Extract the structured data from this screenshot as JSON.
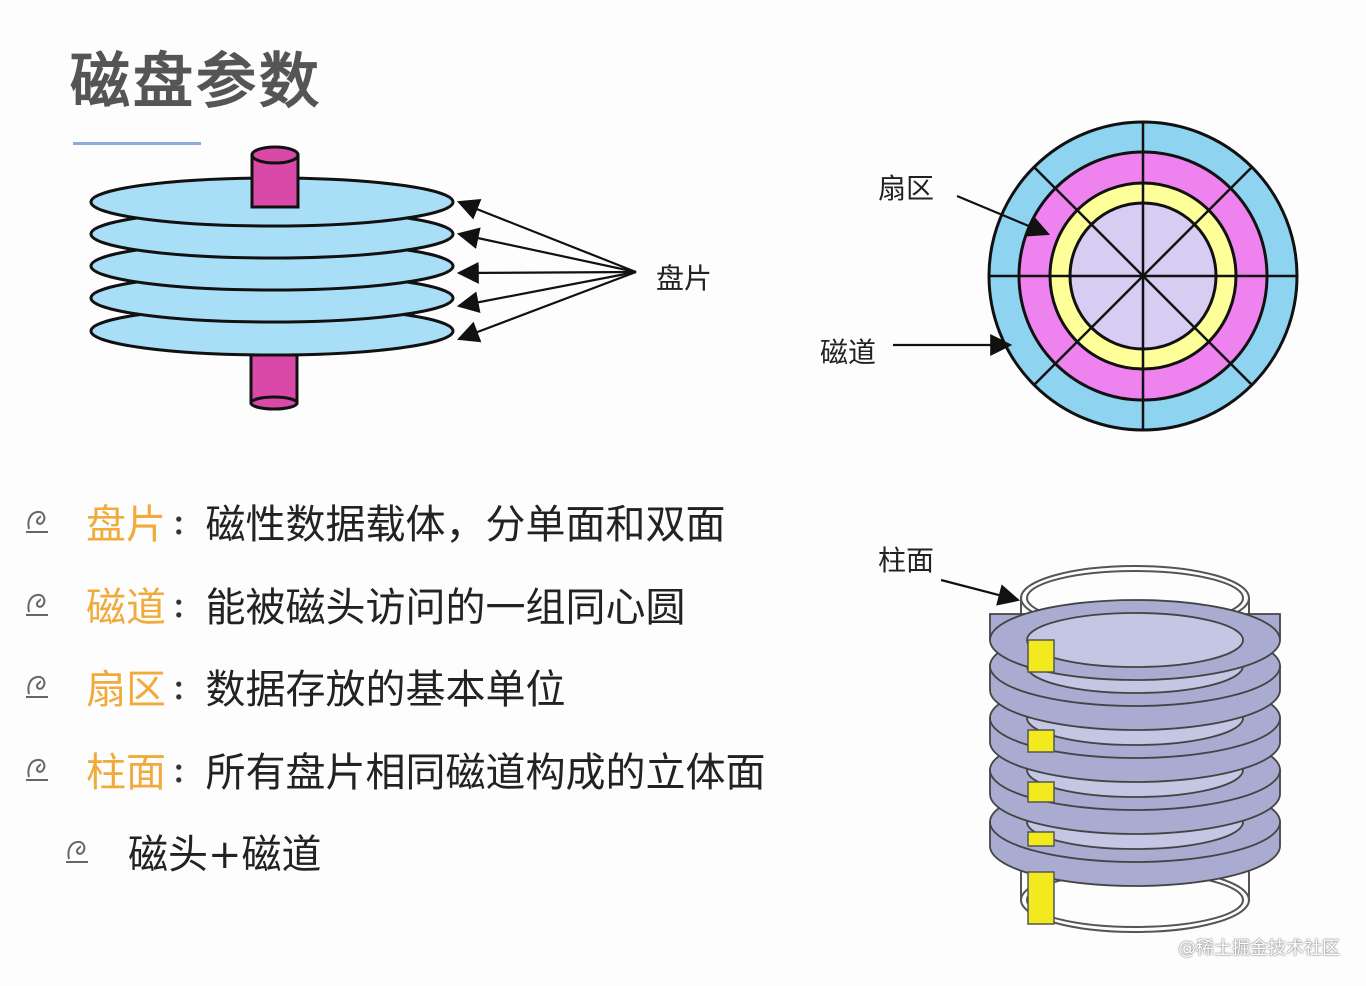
{
  "slide": {
    "title": "磁盘参数"
  },
  "figure_platters": {
    "label": "盘片"
  },
  "figure_disk": {
    "sector_label": "扇区",
    "track_label": "磁道"
  },
  "figure_cylinder": {
    "label": "柱面"
  },
  "bullets": [
    {
      "term": "盘片",
      "colon": ":",
      "desc": "磁性数据载体，分单面和双面"
    },
    {
      "term": "磁道",
      "colon": ":",
      "desc": "能被磁头访问的一组同心圆"
    },
    {
      "term": "扇区",
      "colon": ":",
      "desc": "数据存放的基本单位"
    },
    {
      "term": "柱面",
      "colon": ":",
      "desc": "所有盘片相同磁道构成的立体面"
    }
  ],
  "sub_bullet": {
    "text": "磁头+磁道"
  },
  "watermark": "@稀土掘金技术社区",
  "colors": {
    "platter": "#a8def6",
    "spindle": "#d94aa8",
    "disk_outer": "#8ed3f0",
    "disk_middle": "#ee82ee",
    "disk_track": "#ffff99",
    "disk_center": "#d7cdf3",
    "cylinder_disk": "#a9acd0",
    "cylinder_bar": "#f2ea1e",
    "term": "#f0ab3c"
  }
}
